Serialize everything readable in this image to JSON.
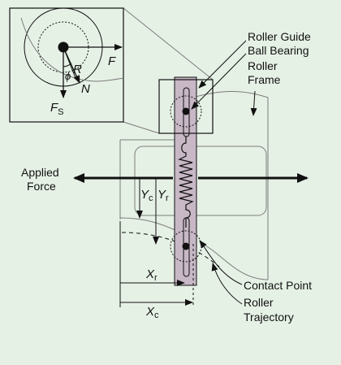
{
  "colors": {
    "background": "#e6f1e6",
    "frame_fill": "#d8ead8",
    "guide_fill": "#c8b8c6",
    "stroke": "#111111",
    "gray_stroke": "#7a7a7a"
  },
  "inset": {
    "radius_label": "R",
    "force_label": "F",
    "normal_label": "N",
    "angle_label": "ϕ",
    "spring_force_label": "F",
    "spring_force_sub": "S"
  },
  "labels": {
    "roller_guide": "Roller Guide",
    "ball_bearing": "Ball Bearing",
    "roller_frame_1": "Roller",
    "roller_frame_2": "Frame",
    "applied_force_1": "Applied",
    "applied_force_2": "Force",
    "contact_point": "Contact Point",
    "roller_trajectory_1": "Roller",
    "roller_trajectory_2": "Trajectory"
  },
  "dimensions": {
    "yc": {
      "main": "Y",
      "sub": "c"
    },
    "yr": {
      "main": "Y",
      "sub": "r"
    },
    "xr": {
      "main": "X",
      "sub": "r"
    },
    "xc": {
      "main": "X",
      "sub": "c"
    }
  }
}
